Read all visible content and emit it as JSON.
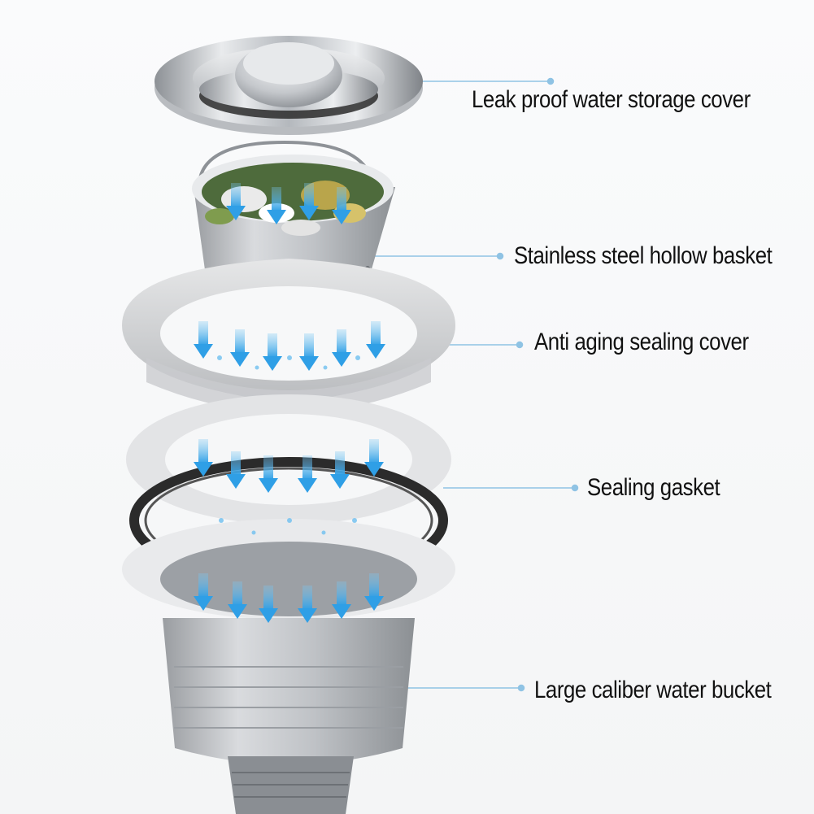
{
  "labels": {
    "cover": "Leak proof water storage cover",
    "basket": "Stainless steel hollow basket",
    "ring": "Anti aging sealing cover",
    "gasket": "Sealing gasket",
    "bucket": "Large caliber water bucket"
  },
  "colors": {
    "leader": "#8fc3e4",
    "arrow": "#3aa6e8",
    "steel": "#c9ccd0",
    "gasket": "#2b2b2b"
  }
}
